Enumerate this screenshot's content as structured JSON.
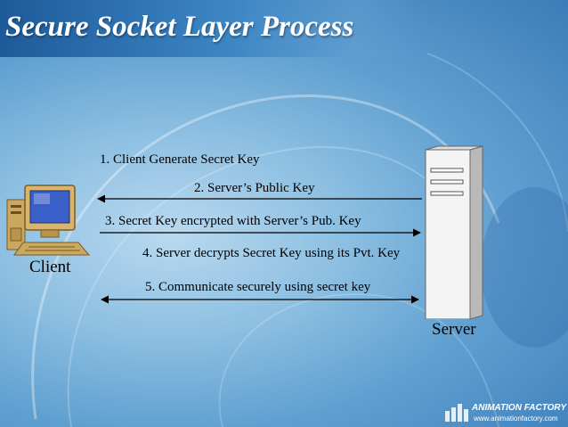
{
  "slide": {
    "title": "Secure Socket Layer Process",
    "client_label": "Client",
    "server_label": "Server",
    "steps": [
      {
        "text": "1. Client Generate Secret Key",
        "direction": "none"
      },
      {
        "text": "2. Server’s Public Key",
        "direction": "to-client"
      },
      {
        "text": "3. Secret Key encrypted with Server’s Pub. Key",
        "direction": "to-server"
      },
      {
        "text": "4. Server decrypts Secret Key using its Pvt. Key",
        "direction": "none"
      },
      {
        "text": "5. Communicate securely using secret key",
        "direction": "both"
      }
    ],
    "watermark": {
      "brand": "ANIMATION FACTORY",
      "url": "www.animationfactory.com"
    }
  },
  "colors": {
    "background_light": "#b9d9ef",
    "background_dark": "#3c7cb8",
    "title_bar": "#1e5a9a",
    "text": "#000000"
  }
}
